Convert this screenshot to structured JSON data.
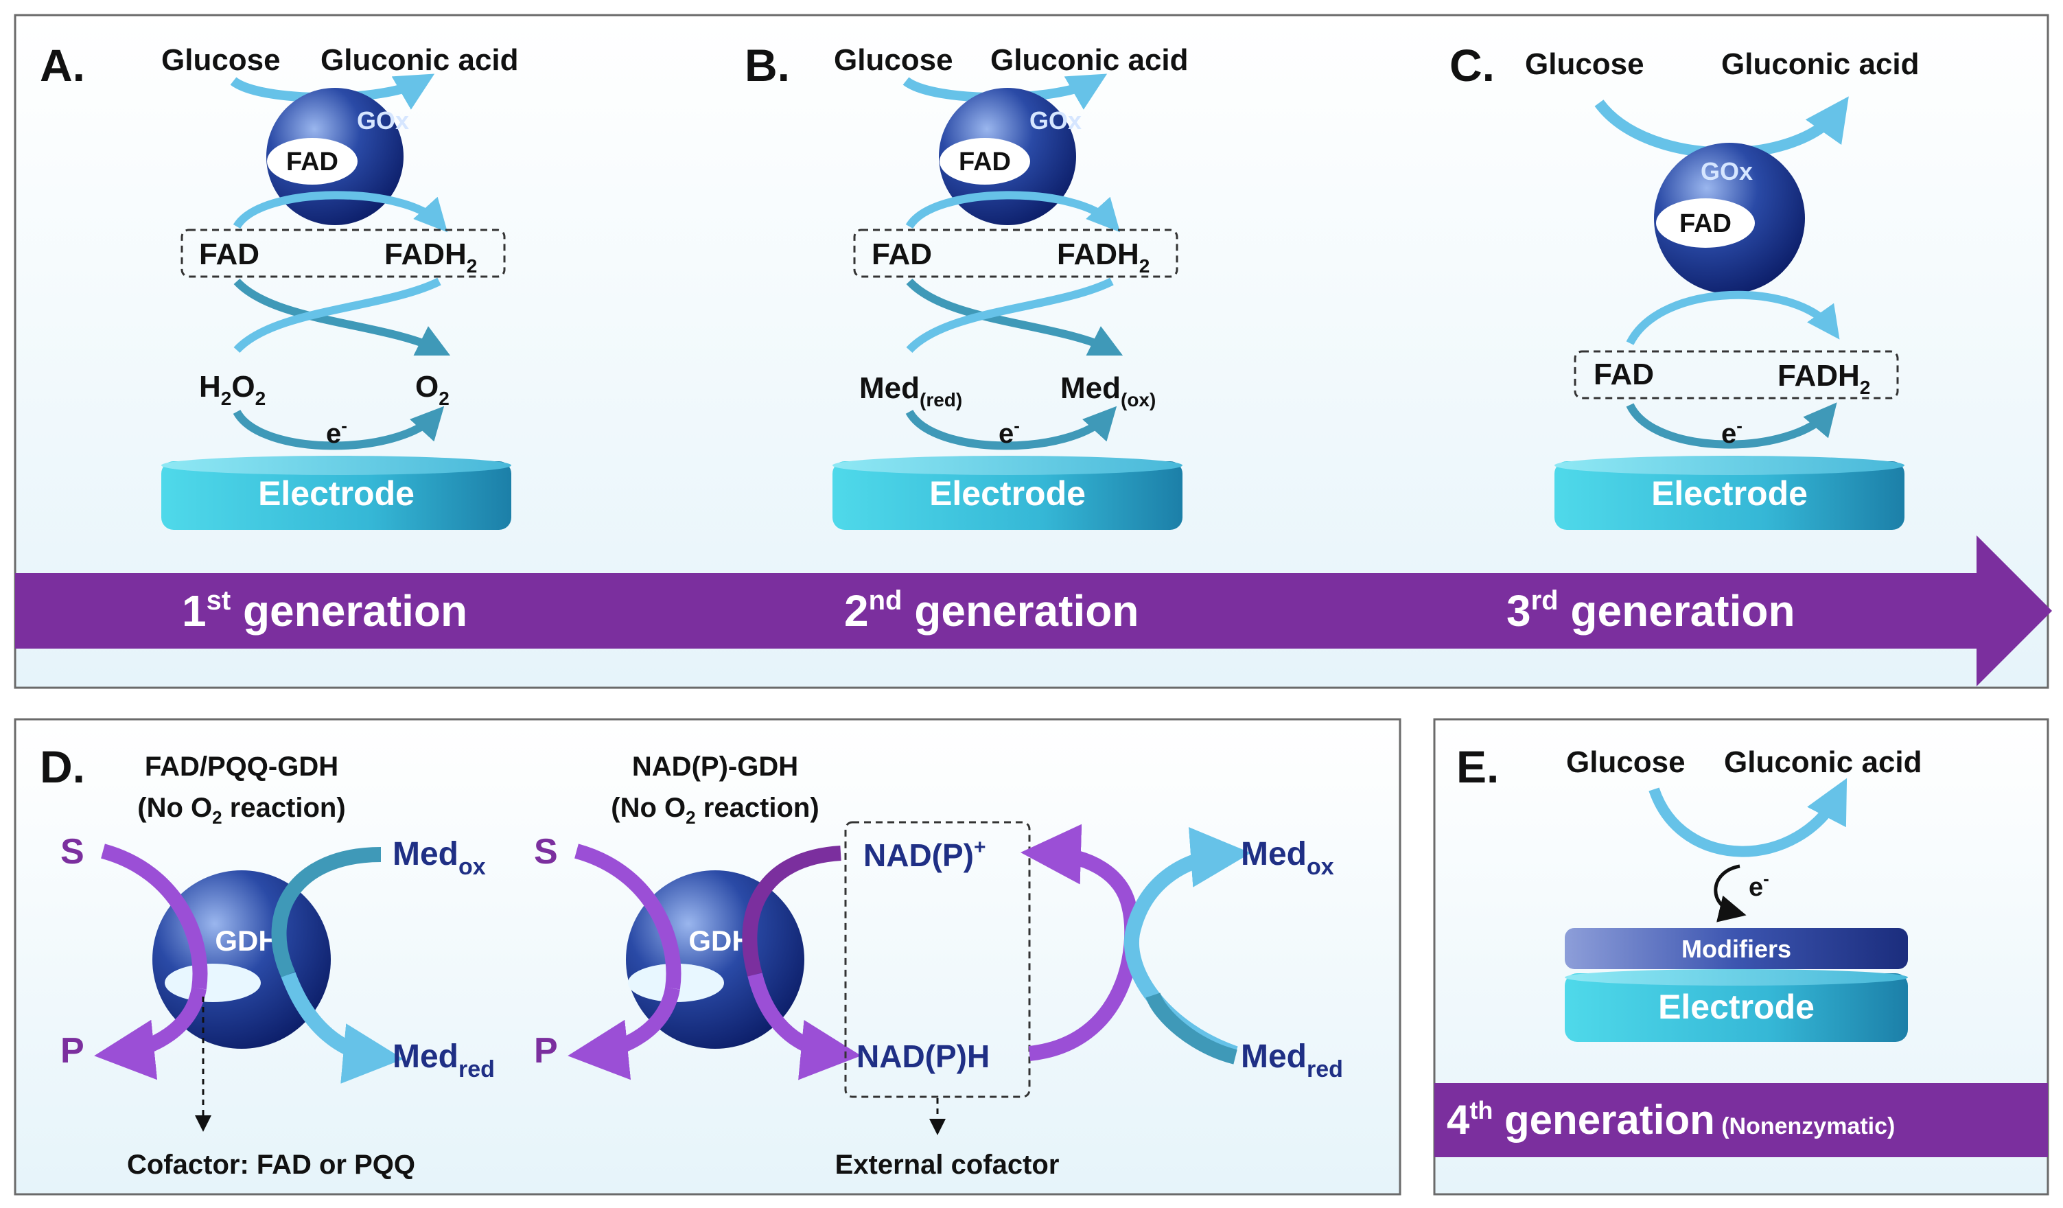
{
  "colors": {
    "purple": "#7b2f9e",
    "purple_light": "#9b4fd6",
    "navy": "#1f2f85",
    "cyan": "#3cc7de",
    "sky": "#66c2e8",
    "teal": "#3f99b8",
    "panel_border": "#6a6a6a"
  },
  "panels": {
    "A": {
      "label": "A.",
      "glucose": "Glucose",
      "gluconic": "Gluconic acid",
      "enzyme": "GOx",
      "cofactor": "FAD",
      "box_left": "FAD",
      "box_right": "FADH",
      "box_right_sub": "2",
      "h2o2_a": "H",
      "h2o2_b": "2",
      "h2o2_c": "O",
      "h2o2_d": "2",
      "o2": "O",
      "o2_sub": "2",
      "electron": "e",
      "electron_sup": "-",
      "electrode": "Electrode"
    },
    "B": {
      "label": "B.",
      "glucose": "Glucose",
      "gluconic": "Gluconic acid",
      "enzyme": "GOx",
      "cofactor": "FAD",
      "box_left": "FAD",
      "box_right": "FADH",
      "box_right_sub": "2",
      "med_red": "Med",
      "med_red_sub": "(red)",
      "med_ox": "Med",
      "med_ox_sub": "(ox)",
      "electron": "e",
      "electron_sup": "-",
      "electrode": "Electrode"
    },
    "C": {
      "label": "C.",
      "glucose": "Glucose",
      "gluconic": "Gluconic acid",
      "enzyme": "GOx",
      "cofactor": "FAD",
      "box_left": "FAD",
      "box_right": "FADH",
      "box_right_sub": "2",
      "electron": "e",
      "electron_sup": "-",
      "electrode": "Electrode"
    },
    "D": {
      "label": "D.",
      "left_title_1": "FAD/PQQ-GDH",
      "left_title_2a": "(No O",
      "left_title_2b": "2",
      "left_title_2c": " reaction)",
      "right_title_1": "NAD(P)-GDH",
      "right_title_2a": "(No O",
      "right_title_2b": "2",
      "right_title_2c": " reaction)",
      "substrate": "S",
      "product": "P",
      "enzyme": "GDH",
      "med_ox": "Med",
      "med_ox_sub": "ox",
      "med_red": "Med",
      "med_red_sub": "red",
      "nadp_plus": "NAD(P)",
      "nadp_plus_sup": "+",
      "nadph": "NAD(P)H",
      "cofactor_note": "Cofactor: FAD or PQQ",
      "external_note": "External cofactor"
    },
    "E": {
      "label": "E.",
      "glucose": "Glucose",
      "gluconic": "Gluconic acid",
      "electron": "e",
      "electron_sup": "-",
      "modifiers": "Modifiers",
      "electrode": "Electrode",
      "gen_num": "4",
      "gen_sup": "th",
      "gen_word": " generation",
      "gen_note": " (Nonenzymatic)"
    }
  },
  "generations": [
    {
      "num": "1",
      "sup": "st",
      "word": " generation"
    },
    {
      "num": "2",
      "sup": "nd",
      "word": " generation"
    },
    {
      "num": "3",
      "sup": "rd",
      "word": " generation"
    }
  ]
}
